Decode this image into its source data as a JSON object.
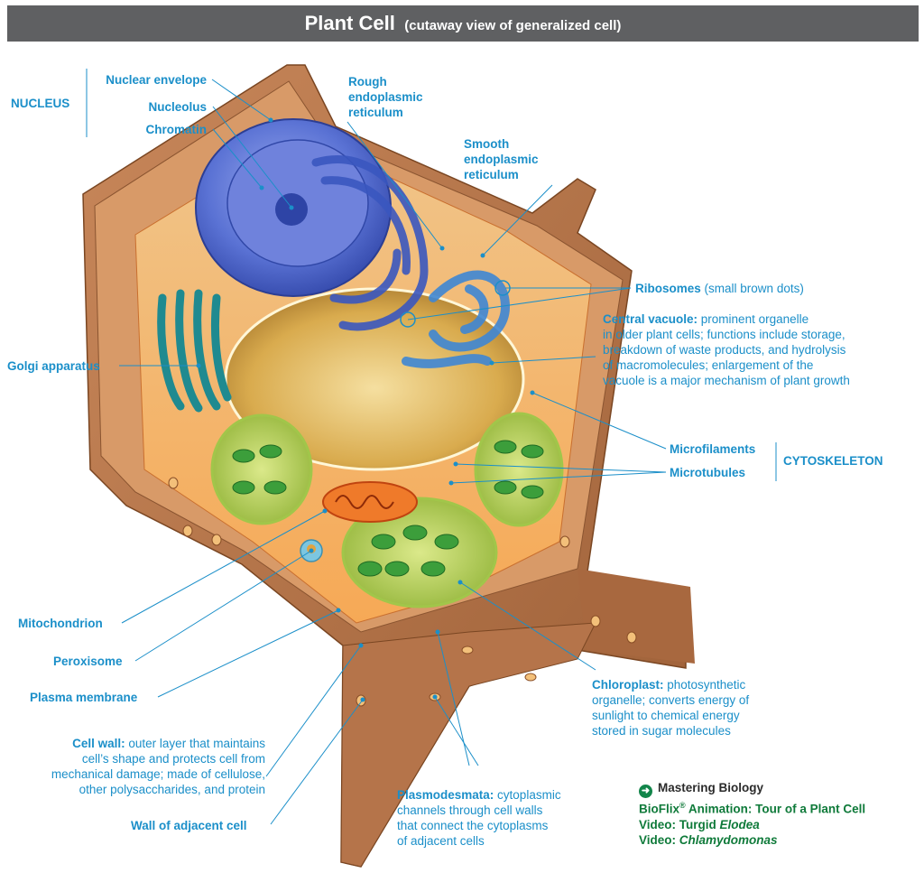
{
  "title": {
    "main": "Plant Cell",
    "sub": "(cutaway view of generalized cell)"
  },
  "labels": {
    "nucleus": "NUCLEUS",
    "nuclear_envelope": "Nuclear envelope",
    "nucleolus": "Nucleolus",
    "chromatin": "Chromatin",
    "rough_er": [
      "Rough",
      "endoplasmic",
      "reticulum"
    ],
    "smooth_er": [
      "Smooth",
      "endoplasmic",
      "reticulum"
    ],
    "ribosomes": {
      "name": "Ribosomes",
      "desc": "(small brown dots)"
    },
    "central_vacuole": {
      "name": "Central vacuole:",
      "lines": [
        " prominent organelle",
        "in older plant cells; functions include storage,",
        "breakdown of waste products, and hydrolysis",
        "of macromolecules; enlargement of the",
        "vacuole is a major mechanism of plant growth"
      ]
    },
    "golgi": "Golgi apparatus",
    "microfilaments": "Microfilaments",
    "microtubules": "Microtubules",
    "cytoskeleton": "CYTOSKELETON",
    "mitochondrion": "Mitochondrion",
    "peroxisome": "Peroxisome",
    "plasma_membrane": "Plasma membrane",
    "cell_wall": {
      "name": "Cell wall:",
      "lines": [
        " outer layer that maintains",
        "cell’s shape and protects cell from",
        "mechanical damage; made of cellulose,",
        "other polysaccharides, and protein"
      ]
    },
    "wall_adjacent": "Wall of adjacent cell",
    "chloroplast": {
      "name": "Chloroplast:",
      "lines": [
        " photosynthetic",
        "organelle; converts energy of",
        "sunlight to chemical energy",
        "stored in sugar molecules"
      ]
    },
    "plasmodesmata": {
      "name": "Plasmodesmata:",
      "lines": [
        " cytoplasmic",
        "channels through cell walls",
        "that connect the cytoplasms",
        "of adjacent cells"
      ]
    }
  },
  "mastering": {
    "heading": "Mastering Biology",
    "bioflix_prefix": "BioFlix",
    "bioflix_mark": "®",
    "bioflix_rest": " Animation: Tour of a Plant Cell",
    "video1_prefix": "Video: Turgid ",
    "video1_italic": "Elodea",
    "video2_prefix": "Video: ",
    "video2_italic": "Chlamydomonas"
  },
  "colors": {
    "label_blue": "#1b8fc9",
    "title_bar": "#5f6062",
    "wall_brown": "#b87a4e",
    "nucleus_blue": "#4b63c9",
    "vacuole_gold": "#e2b656",
    "chloroplast_green": "#7ab43e",
    "golgi_teal": "#2b9aa0",
    "mito_orange": "#e2641e",
    "mastering_green": "#0f7a3a"
  }
}
